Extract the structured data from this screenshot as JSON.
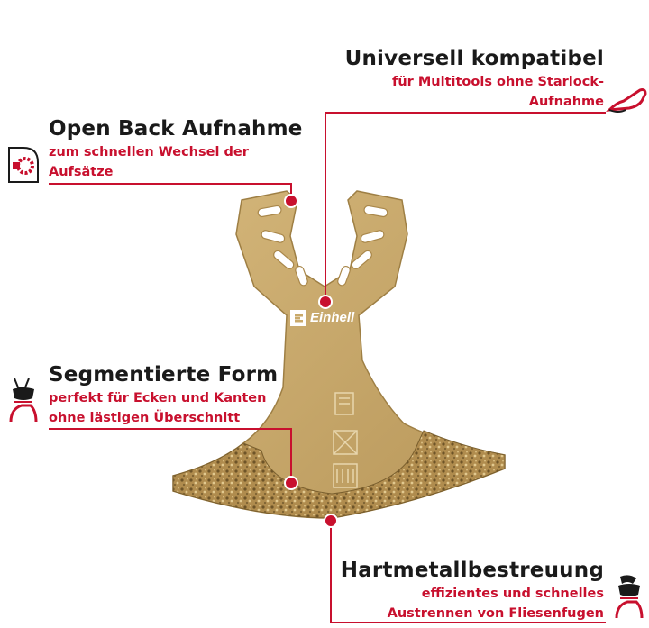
{
  "callouts": {
    "compat": {
      "title": "Universell kompatibel",
      "lines": [
        "für Multitools ohne Starlock-",
        "Aufnahme"
      ]
    },
    "open_back": {
      "title": "Open Back Aufnahme",
      "lines": [
        "zum schnellen Wechsel der",
        "Aufsätze"
      ]
    },
    "segment": {
      "title": "Segmentierte Form",
      "lines": [
        "perfekt für Ecken und Kanten",
        "ohne lästigen Überschnitt"
      ]
    },
    "carbide": {
      "title": "Hartmetallbestreuung",
      "lines": [
        "effizientes und schnelles",
        "Austrennen von Fliesenfugen"
      ]
    }
  },
  "blade": {
    "brand_logo_text": "Einhell",
    "colors": {
      "blade": "#c9a96a",
      "blade_dark": "#a9874a",
      "grit": "#8f7440",
      "accent": "#c8102e"
    }
  },
  "icons": {
    "compat": "multitool-hand-icon",
    "open_back": "open-back-mount-icon",
    "segment": "hand-segment-blade-icon",
    "carbide": "hand-carbide-blade-icon"
  }
}
